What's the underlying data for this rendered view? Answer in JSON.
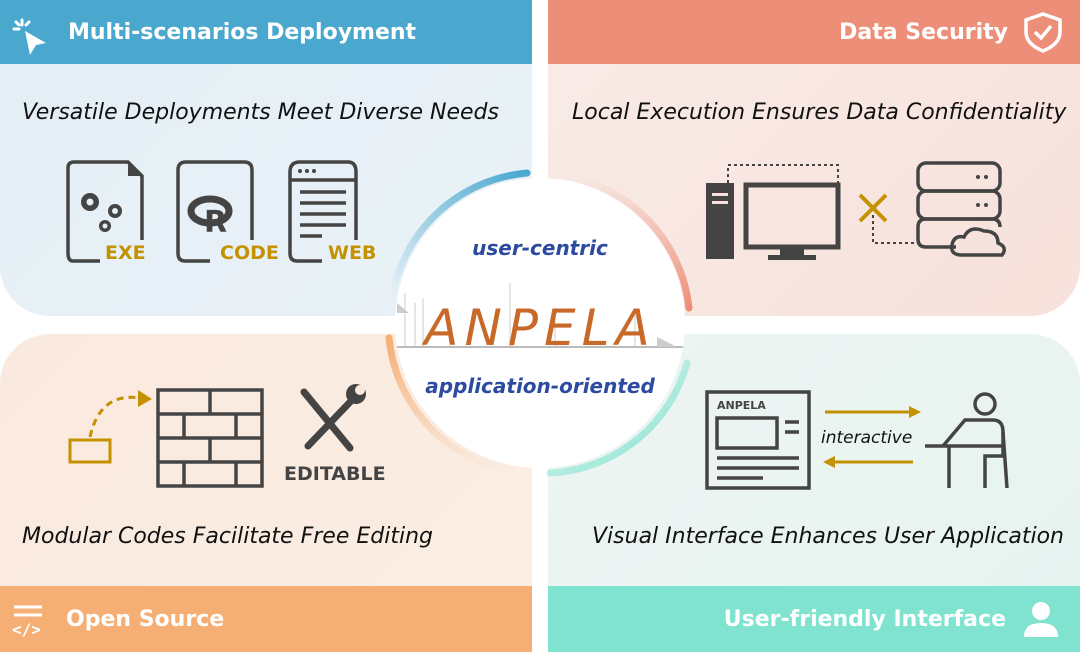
{
  "panels": {
    "deployment": {
      "title": "Multi-scenarios Deployment",
      "subtitle": "Versatile Deployments Meet Diverse Needs",
      "labels": [
        "EXE",
        "CODE",
        "WEB"
      ]
    },
    "security": {
      "title": "Data Security",
      "subtitle": "Local Execution Ensures Data Confidentiality"
    },
    "open_source": {
      "title": "Open Source",
      "subtitle": "Modular Codes Facilitate  Free Editing",
      "label": "EDITABLE"
    },
    "interface": {
      "title": "User-friendly Interface",
      "subtitle": "Visual Interface Enhances User Application",
      "screen_label": "ANPELA",
      "arrow_label": "interactive"
    }
  },
  "center": {
    "top": "user-centric",
    "logo": "ANPELA",
    "bottom": "application-oriented"
  },
  "colors": {
    "blue": "#4aa8cf",
    "salmon": "#ed8f78",
    "orange": "#f5ae74",
    "teal": "#7fe3cf",
    "gold": "#c49200",
    "dark": "#444444",
    "navy": "#2b4aa0",
    "logo": "#c8692a"
  }
}
